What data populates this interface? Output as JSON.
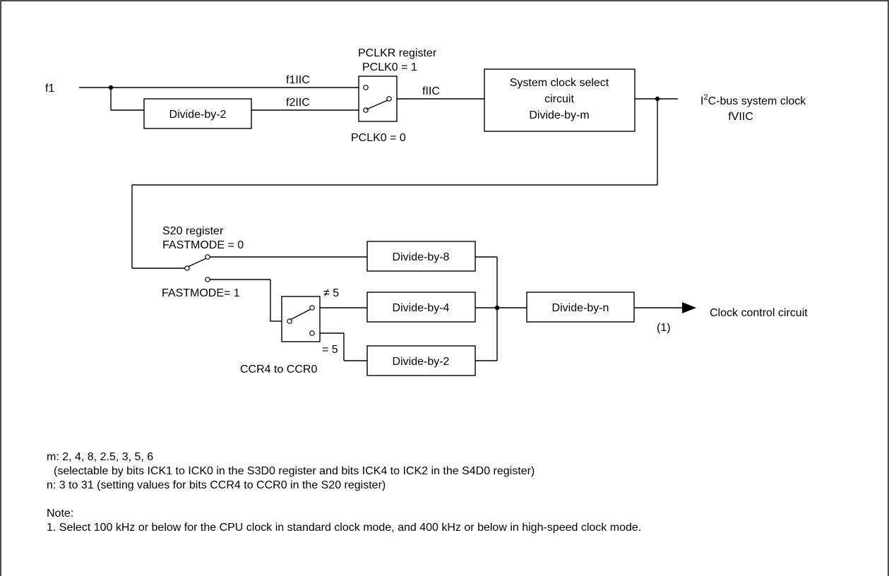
{
  "inputs": {
    "f1": "f1"
  },
  "signals": {
    "f1iic": "f1IIC",
    "f2iic": "f2IIC",
    "fiic": "fIIC"
  },
  "pclkr": {
    "title": "PCLKR register",
    "pclk0_1": "PCLK0 = 1",
    "pclk0_0": "PCLK0 = 0"
  },
  "blocks": {
    "div2_top": "Divide-by-2",
    "sysclk_line1": "System clock select",
    "sysclk_line2": "circuit",
    "sysclk_line3": "Divide-by-m",
    "div8": "Divide-by-8",
    "div4": "Divide-by-4",
    "div2": "Divide-by-2",
    "divn": "Divide-by-n"
  },
  "output": {
    "i2c_prefix": "I",
    "i2c_sup": "2",
    "i2c_suffix": "C-bus system clock",
    "fviic": "fVIIC",
    "clock_control": "Clock control circuit",
    "note_ref": "(1)"
  },
  "s20": {
    "title": "S20 register",
    "fast0": "FASTMODE = 0",
    "fast1": "FASTMODE= 1"
  },
  "ccr": {
    "ne5": "≠ 5",
    "eq5": "= 5",
    "label": "CCR4 to CCR0"
  },
  "notes": {
    "m_line": "m: 2, 4, 8, 2.5, 3, 5, 6",
    "m_detail": "(selectable by bits ICK1 to ICK0 in the S3D0 register and bits ICK4 to ICK2 in the S4D0 register)",
    "n_line": "n: 3 to 31 (setting values for bits CCR4 to CCR0 in the S20 register)",
    "note_title": "Note:",
    "note_1": "1. Select 100 kHz or below for the CPU clock in standard clock mode, and 400 kHz or below in high-speed clock mode."
  }
}
